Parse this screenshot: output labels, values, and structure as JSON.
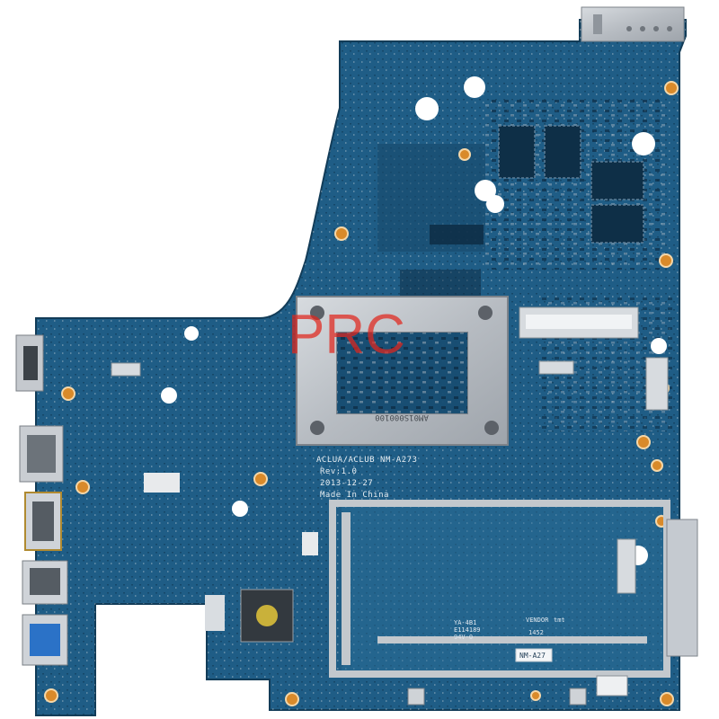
{
  "photo": {
    "subject": "laptop-motherboard",
    "colors": {
      "pcb": "#1f5d86",
      "pcb_dark": "#174a6d",
      "pcb_light": "#2a6e98",
      "metal": "#b9bec4",
      "gold": "#d98a2a",
      "background": "#ffffff"
    }
  },
  "watermark": {
    "text": "PRC"
  },
  "silkscreen": {
    "model_line": "ACLUA/ACLUB NM-A273",
    "rev": "Rev:1.0",
    "date": "2013-12-27",
    "origin": "Made In China",
    "bracket_code": "AM01S000100",
    "label_a": "YA-4B1",
    "label_b": "E114189",
    "label_c": "94V-0",
    "vendor_label": "VENDOR",
    "vendor_code": "tmt",
    "year_code": "1452",
    "board_code": "NM-A27"
  }
}
